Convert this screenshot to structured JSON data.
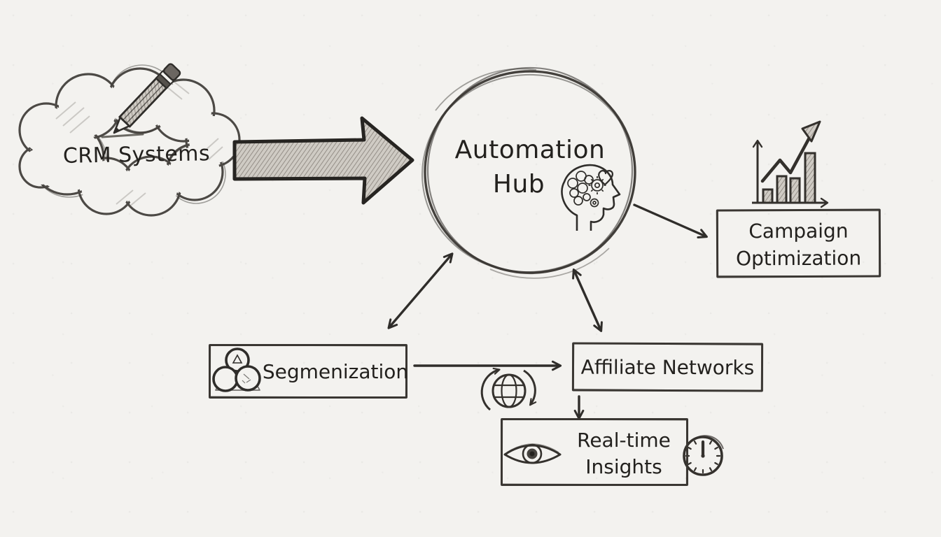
{
  "style": {
    "paper": "#f3f2ef",
    "ink": "#2f2d2a",
    "shading": "#8a847d"
  },
  "nodes": {
    "crm": {
      "label": "CRM Systems",
      "shape": "cloud",
      "icon": "pencil-icon"
    },
    "hub": {
      "line1": "Automation",
      "line2": "Hub",
      "shape": "circle",
      "icon": "brain-head-icon",
      "secondary_icon": "heart-icon"
    },
    "campaign": {
      "line1": "Campaign",
      "line2": "Optimization",
      "shape": "rect",
      "icon": "growth-chart-icon"
    },
    "segmentation": {
      "label": "Segmenization",
      "shape": "rect",
      "icon": "segments-icon"
    },
    "affiliate": {
      "label": "Affiliate Networks",
      "shape": "rect"
    },
    "insights": {
      "line1": "Real-time",
      "line2": "Insights",
      "shape": "rect",
      "icon_left": "eye-icon",
      "icon_right": "clock-icon"
    }
  },
  "edges": [
    {
      "from": "CRM Systems",
      "to": "Automation Hub",
      "style": "block-arrow",
      "direction": "one-way"
    },
    {
      "from": "Automation Hub",
      "to": "Campaign Optimization",
      "style": "line-arrow",
      "direction": "one-way"
    },
    {
      "from": "Automation Hub",
      "to": "Segmenization",
      "style": "line-arrow",
      "direction": "two-way"
    },
    {
      "from": "Automation Hub",
      "to": "Affiliate Networks",
      "style": "line-arrow",
      "direction": "two-way"
    },
    {
      "from": "Segmenization",
      "to": "Affiliate Networks",
      "style": "line-arrow",
      "direction": "one-way",
      "icon": "globe-sync-icon"
    },
    {
      "from": "Affiliate Networks",
      "to": "Real-time Insights",
      "style": "line-arrow",
      "direction": "one-way"
    }
  ]
}
